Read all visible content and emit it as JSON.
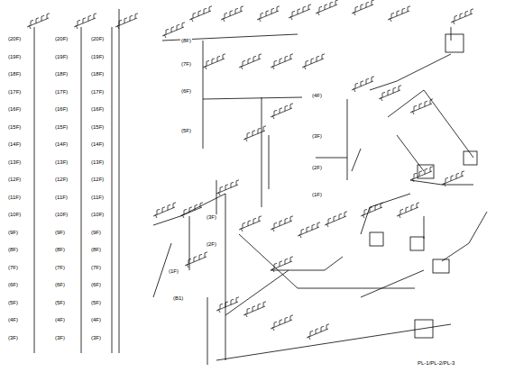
{
  "diagram": {
    "labels": [
      "(20F)",
      "(19F)",
      "(18F)",
      "(17F)",
      "(16F)",
      "(15F)",
      "(14F)",
      "(13F)",
      "(12F)",
      "(11F)",
      "(10F)",
      "(9F)",
      "(8F)",
      "(7F)",
      "(6F)",
      "(5F)",
      "(4F)",
      "(3F)",
      "(20F)",
      "(19F)",
      "(18F)",
      "(17F)",
      "(16F)",
      "(15F)",
      "(14F)",
      "(13F)",
      "(12F)",
      "(11F)",
      "(10F)",
      "(9F)",
      "(8F)",
      "(7F)",
      "(6F)",
      "(5F)",
      "(4F)",
      "(3F)",
      "(20F)",
      "(19F)",
      "(18F)",
      "(17F)",
      "(16F)",
      "(15F)",
      "(14F)",
      "(13F)",
      "(12F)",
      "(11F)",
      "(10F)",
      "(9F)",
      "(8F)",
      "(7F)",
      "(6F)",
      "(5F)",
      "(4F)",
      "(3F)",
      "(8F)",
      "(7F)",
      "(6F)",
      "(5F)",
      "(4F)",
      "(3F)",
      "(2F)",
      "(1F)",
      "(3F)",
      "(2F)",
      "(1F)",
      "(B1)",
      "PL-1/PL-2/PL-3"
    ]
  }
}
